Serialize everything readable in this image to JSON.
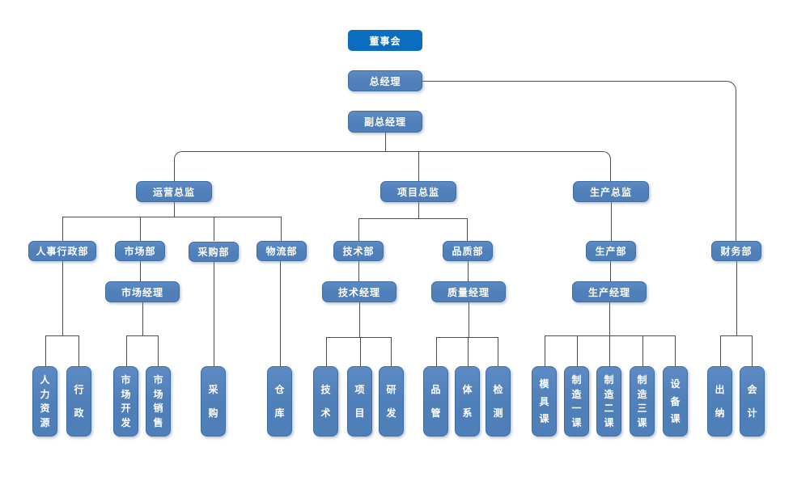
{
  "colors": {
    "root_fill": "#0b6dc0",
    "node_fill": "#4f7fb8",
    "node_fill_light": "#5d8ac3",
    "node_border": "#3f6da3",
    "line": "#4d4d4d",
    "text": "#ffffff",
    "background": "#ffffff"
  },
  "org": {
    "board": "董事会",
    "general_manager": "总经理",
    "deputy_general_manager": "副总经理",
    "directors": {
      "operations": "运营总监",
      "project": "项目总监",
      "production": "生产总监"
    },
    "departments": {
      "hr_admin": "人事行政部",
      "marketing": "市场部",
      "purchasing": "采购部",
      "logistics": "物流部",
      "technology": "技术部",
      "quality": "品质部",
      "production": "生产部",
      "finance": "财务部"
    },
    "managers": {
      "marketing": "市场经理",
      "technical": "技术经理",
      "quality": "质量经理",
      "production": "生产经理"
    },
    "teams": {
      "hr": "人力资源",
      "admin": "行政",
      "market_dev": "市场开发",
      "market_sales": "市场销售",
      "purchasing": "采购",
      "warehouse": "仓库",
      "technology": "技术",
      "project": "项目",
      "rnd": "研发",
      "qc": "品管",
      "system": "体系",
      "inspection": "检测",
      "mold": "模具课",
      "mfg_section_1": "制造一课",
      "mfg_section_2": "制造二课",
      "mfg_section_3": "制造三课",
      "equipment": "设备课",
      "cashier": "出纳",
      "accounting": "会计"
    }
  }
}
